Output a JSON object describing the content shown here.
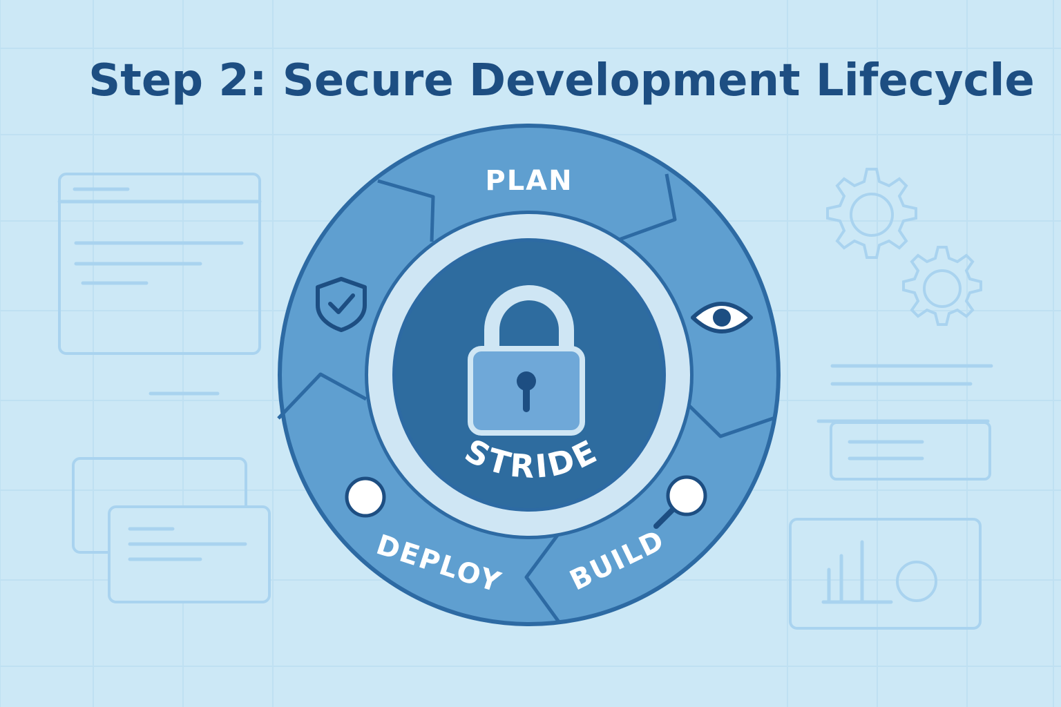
{
  "title": "Step 2: Secure Development Lifecycle",
  "center": {
    "label": "STRIDE",
    "icon": "padlock-icon"
  },
  "segments": [
    {
      "label": "PLAN"
    },
    {
      "label": "DEPLOY"
    },
    {
      "label": "BUILD"
    }
  ],
  "icons": {
    "shield": "shield-check-icon",
    "eye": "eye-icon",
    "deploy_node": "circle-node-icon",
    "build_node": "magnifier-icon",
    "background_gears": "gear-icon"
  },
  "colors": {
    "background": "#cce8f6",
    "ring_outer": "#2d6aa3",
    "ring_segment": "#5f9fd0",
    "ring_inner": "#cfe6f4",
    "center_disc": "#2e6c9f",
    "title": "#1d4e82"
  }
}
